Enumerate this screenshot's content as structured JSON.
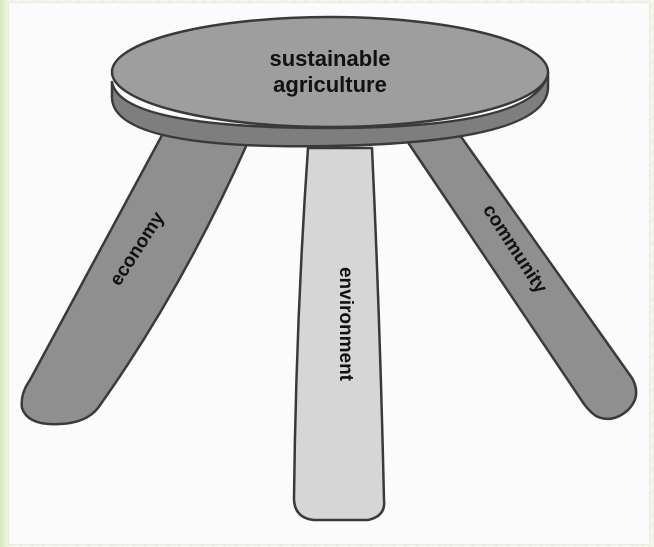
{
  "stool": {
    "seat_label_line1": "sustainable",
    "seat_label_line2": "agriculture",
    "legs": {
      "left": "economy",
      "center": "environment",
      "right": "community"
    }
  },
  "colors": {
    "seat_top": "#9e9e9e",
    "seat_edge": "#7e7e7e",
    "leg_dark": "#8f8f8f",
    "leg_light": "#d6d6d6",
    "outline": "#3a3a3a"
  }
}
